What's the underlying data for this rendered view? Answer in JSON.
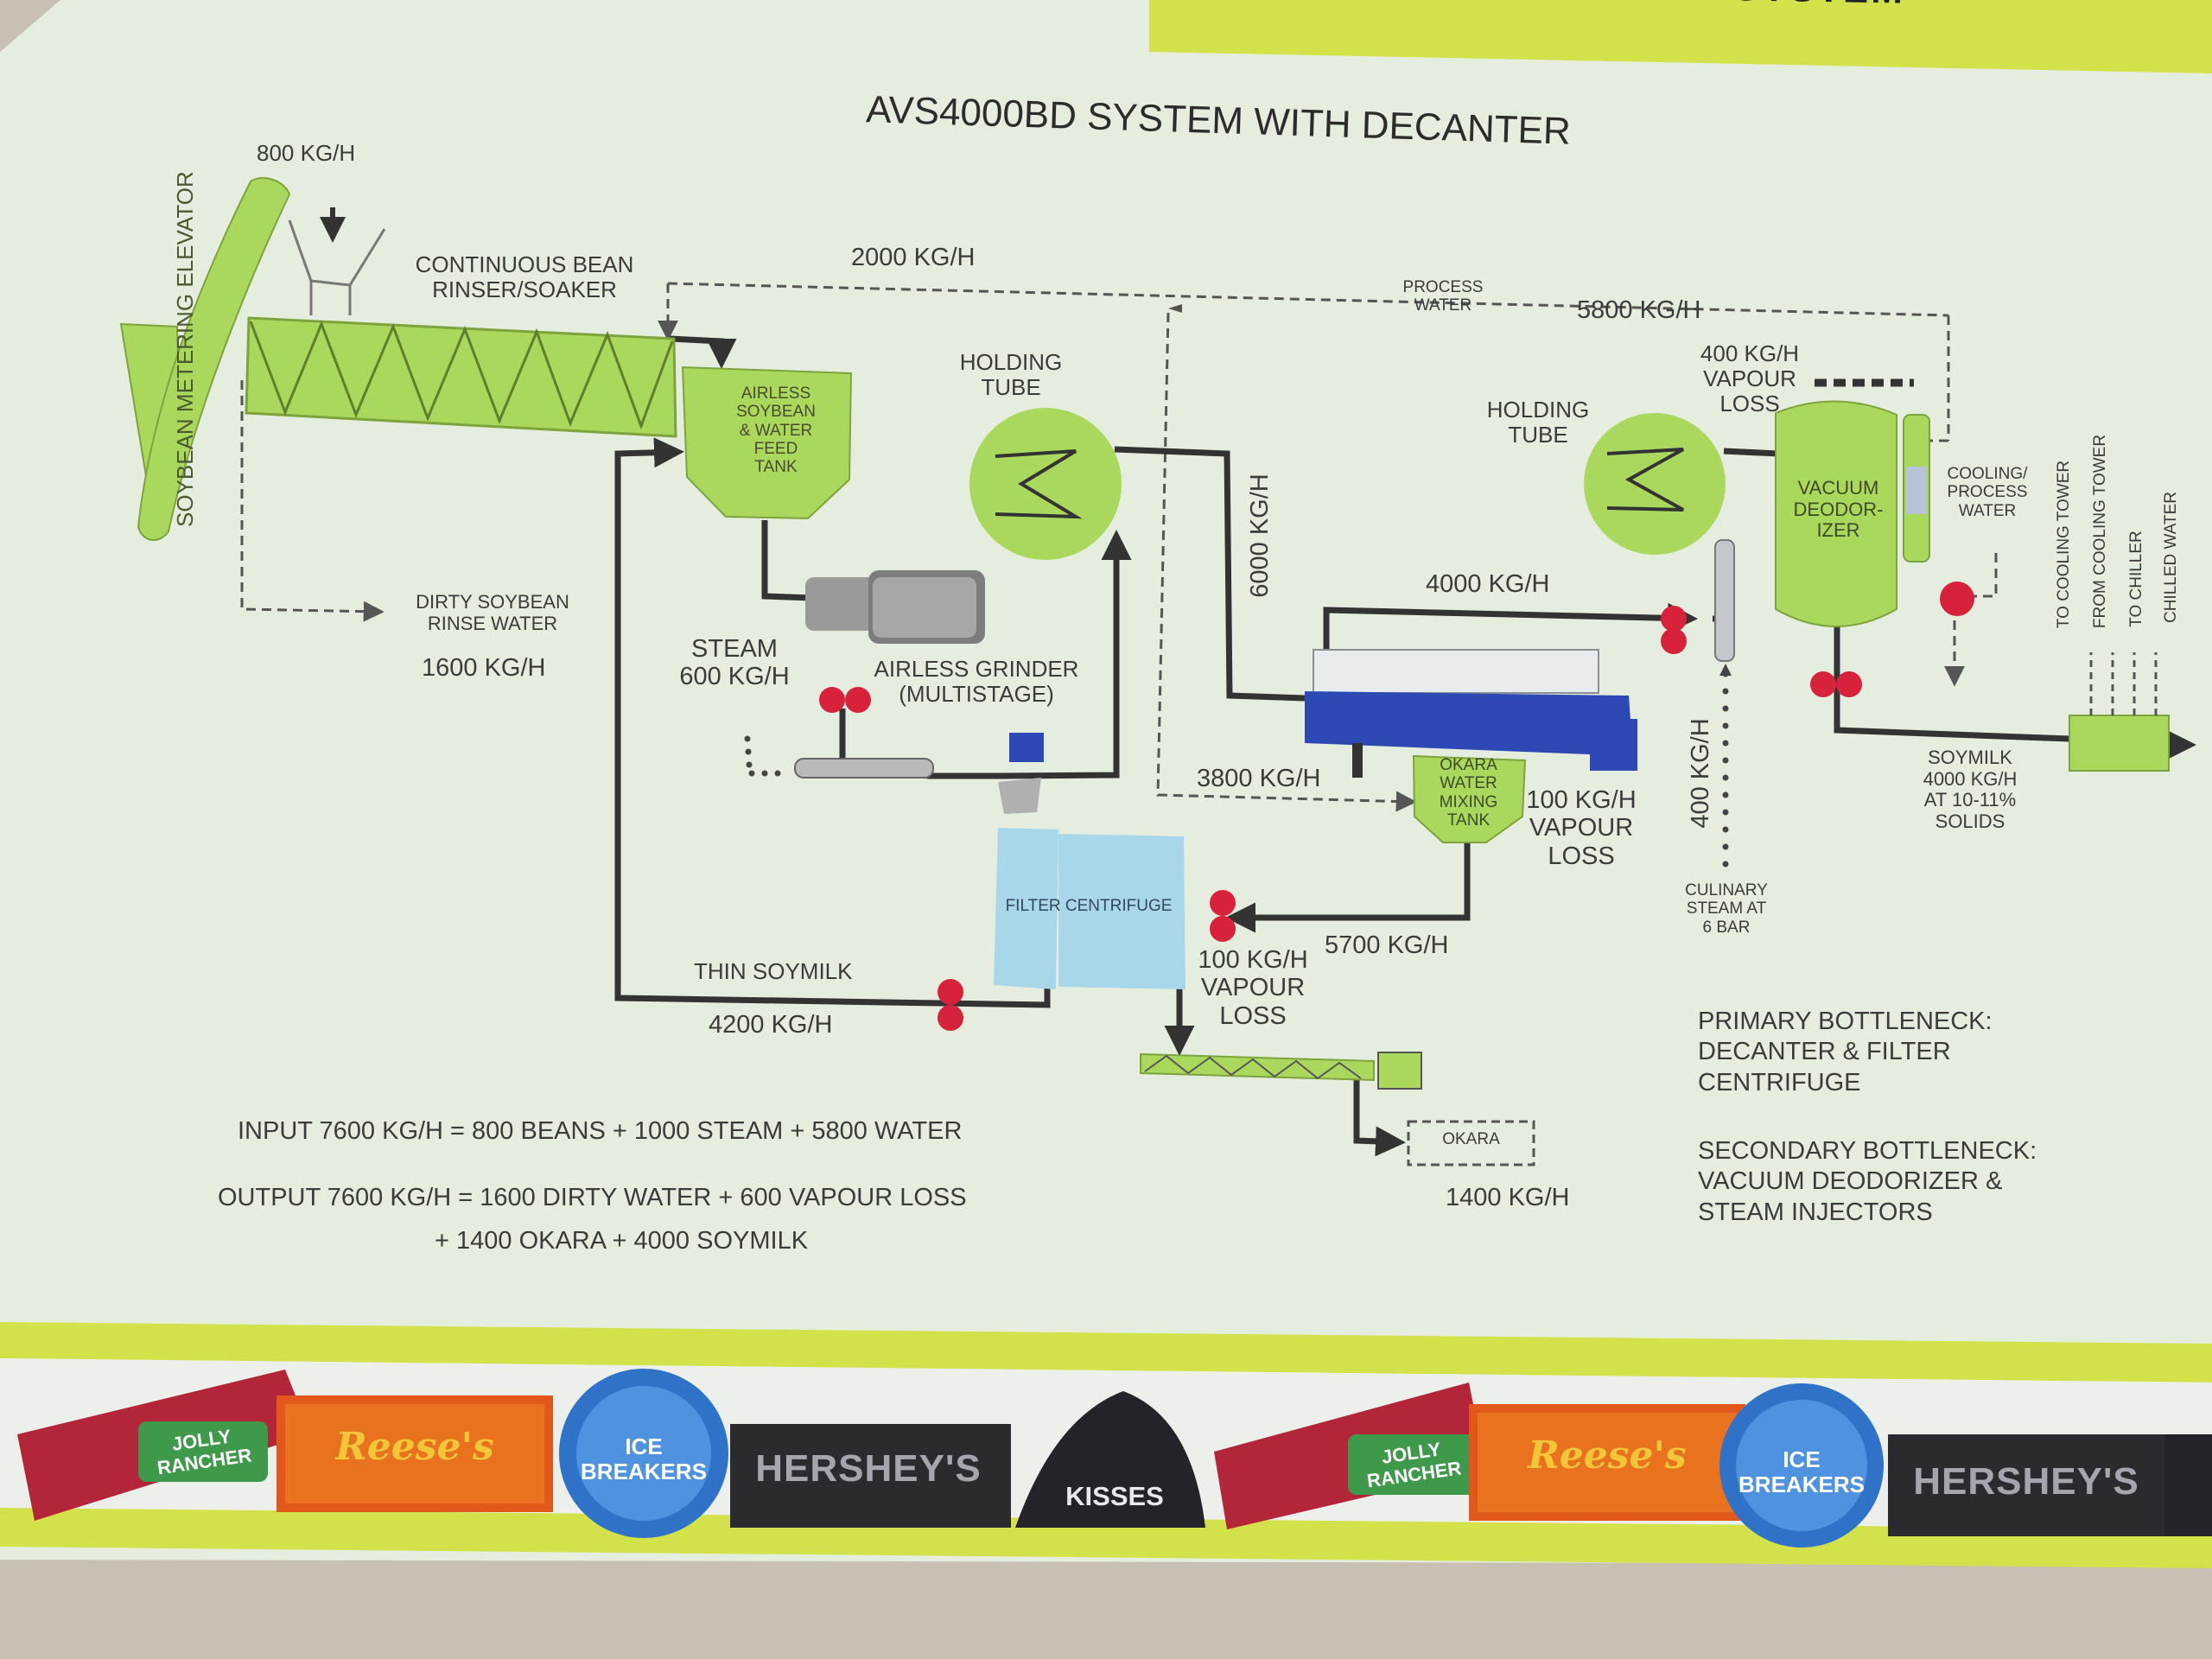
{
  "poster": {
    "banner_text": "EXTRACTION SYSTEM",
    "title": "AVS4000BD SYSTEM WITH DECANTER"
  },
  "equipment": {
    "elevator": "SOYBEAN METERING ELEVATOR",
    "rinser": "CONTINUOUS BEAN\nRINSER/SOAKER",
    "feed_tank": "AIRLESS\nSOYBEAN\n& WATER\nFEED\nTANK",
    "holding_tube_1": "HOLDING\nTUBE",
    "holding_tube_2": "HOLDING\nTUBE",
    "grinder": "AIRLESS GRINDER\n(MULTISTAGE)",
    "filter_centrifuge": "FILTER CENTRIFUGE",
    "okara_tank": "OKARA\nWATER\nMIXING\nTANK",
    "vacuum_deodorizer": "VACUUM\nDEODOR-\nIZER",
    "okara_box": "OKARA"
  },
  "flows": {
    "beans_in": "800 KG/H",
    "water_2000": "2000 KG/H",
    "process_water": "PROCESS\nWATER",
    "water_5800": "5800 KG/H",
    "dirty_water": "DIRTY SOYBEAN\nRINSE WATER",
    "dirty_1600": "1600 KG/H",
    "steam": "STEAM\n600 KG/H",
    "flow_6000": "6000 KG/H",
    "flow_4000": "4000 KG/H",
    "vapour_400": "400 KG/H\nVAPOUR\nLOSS",
    "flow_3800": "3800 KG/H",
    "vapour_100a": "100 KG/H\nVAPOUR\nLOSS",
    "flow_5700": "5700 KG/H",
    "vapour_100b": "100 KG/H\nVAPOUR\nLOSS",
    "thin_soymilk": "THIN SOYMILK",
    "flow_4200": "4200 KG/H",
    "steam_400": "400 KG/H",
    "culinary_steam": "CULINARY\nSTEAM AT\n6 BAR",
    "cooling_water": "COOLING/\nPROCESS\nWATER",
    "soymilk_out": "SOYMILK\n4000 KG/H\nAT 10-11%\nSOLIDS",
    "okara_1400": "1400 KG/H"
  },
  "utilities": [
    "TO COOLING TOWER",
    "FROM COOLING TOWER",
    "TO CHILLER",
    "CHILLED WATER"
  ],
  "summary": {
    "input": "INPUT 7600 KG/H = 800 BEANS + 1000 STEAM + 5800 WATER",
    "output_1": "OUTPUT 7600 KG/H = 1600 DIRTY WATER + 600 VAPOUR LOSS",
    "output_2": "+ 1400 OKARA + 4000 SOYMILK"
  },
  "bottlenecks": {
    "primary": "PRIMARY BOTTLENECK:\nDECANTER & FILTER\nCENTRIFUGE",
    "secondary": "SECONDARY BOTTLENECK:\nVACUUM DEODORIZER &\nSTEAM INJECTORS"
  },
  "brands": [
    "JOLLY RANCHER",
    "Reese's",
    "ICE BREAKERS",
    "HERSHEY'S",
    "KISSES"
  ],
  "colors": {
    "poster_bg": "#e5eede",
    "equipment_green": "#a9d85d",
    "decanter_blue": "#2c49b4",
    "centrifuge_blue": "#a9d7ea",
    "valve_red": "#d8213a",
    "stripe_yellow": "#d3e24a",
    "line_dark": "#333333"
  }
}
